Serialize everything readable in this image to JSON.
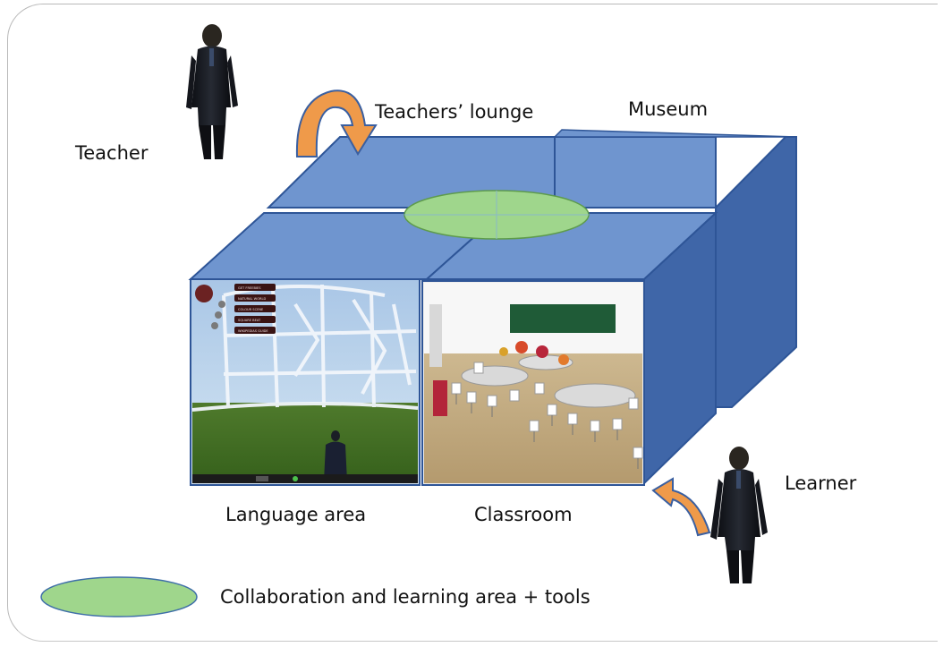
{
  "labels": {
    "teacher": "Teacher",
    "teachers_lounge": "Teachers’ lounge",
    "museum": "Museum",
    "learner": "Learner",
    "language_area": "Language area",
    "classroom": "Classroom"
  },
  "legend": {
    "text": "Collaboration and learning area + tools"
  },
  "screenshot_menu": {
    "items": [
      "GET FREEBIES",
      "NATURAL WORLD",
      "COLOUR SCENE",
      "SQUARE BEAT",
      "WIKIPEDIAS GUIDE"
    ]
  },
  "colors": {
    "box_front": "#5b7fbe",
    "box_top": "#6f95cf",
    "box_side": "#3f66a8",
    "box_edge": "#2e5597",
    "collab_area": "#9fd68c",
    "arrow": "#ef9a4a"
  }
}
